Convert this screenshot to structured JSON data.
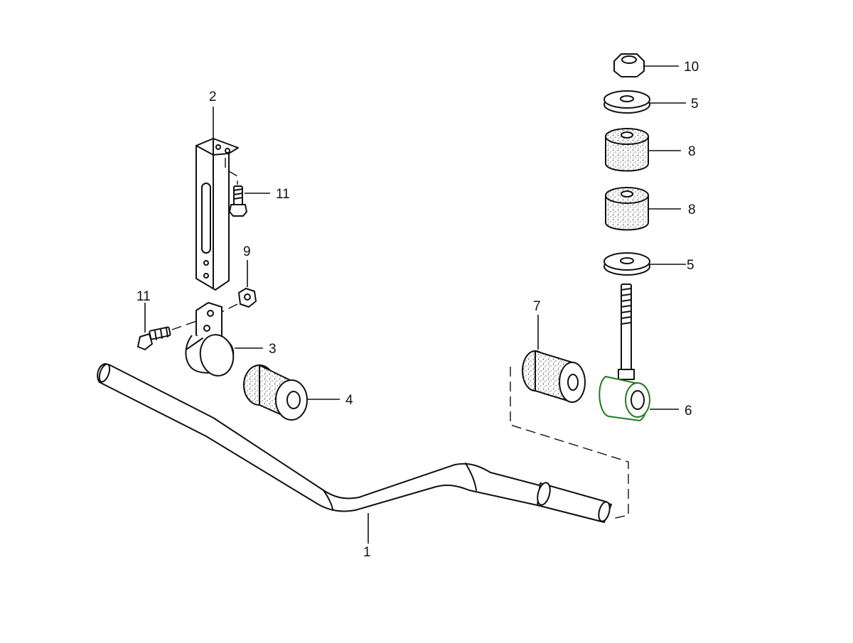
{
  "diagram": {
    "callouts": {
      "stabilizer_bar": "1",
      "bracket": "2",
      "clamp": "3",
      "bar_bushing": "4",
      "washer_top": "5",
      "washer_bottom": "5",
      "drop_link": "6",
      "link_bushing": "7",
      "rubber_bushing_top": "8",
      "rubber_bushing_bottom": "8",
      "nut_small": "9",
      "nut_top": "10",
      "bolt_bracket": "11",
      "bolt_clamp": "11"
    },
    "colors": {
      "line": "#111111",
      "highlight": "#1f7a1f",
      "background": "#ffffff"
    }
  }
}
